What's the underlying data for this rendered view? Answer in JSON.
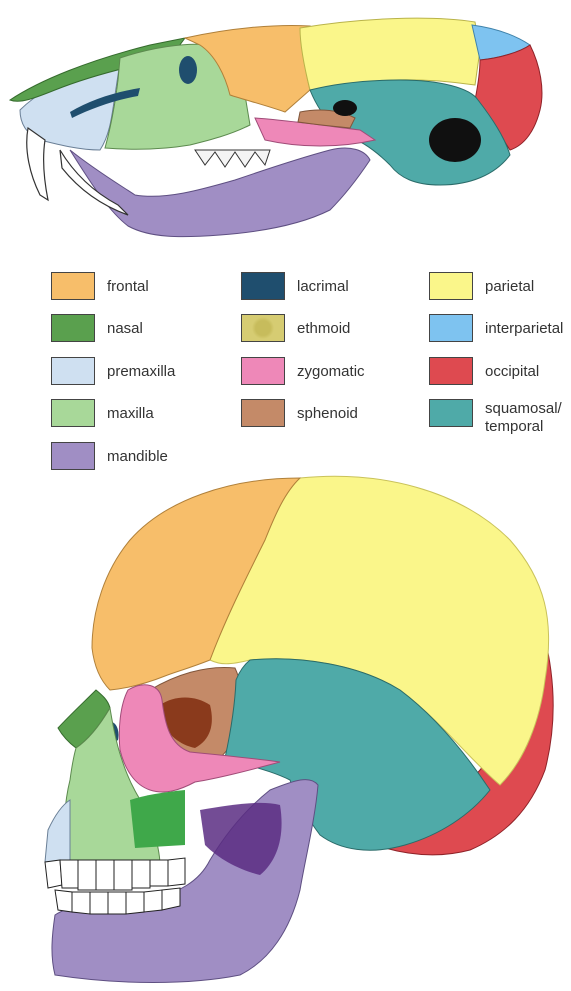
{
  "legend": [
    {
      "id": "frontal",
      "label": "frontal",
      "color": "#f7be6a"
    },
    {
      "id": "lacrimal",
      "label": "lacrimal",
      "color": "#1f4e6e"
    },
    {
      "id": "parietal",
      "label": "parietal",
      "color": "#faf68a"
    },
    {
      "id": "nasal",
      "label": "nasal",
      "color": "#5aa04e"
    },
    {
      "id": "ethmoid",
      "label": "ethmoid",
      "color": "#d6cc72"
    },
    {
      "id": "interparietal",
      "label": "interparietal",
      "color": "#7ec3f0"
    },
    {
      "id": "premaxilla",
      "label": "premaxilla",
      "color": "#cfe0f1"
    },
    {
      "id": "zygomatic",
      "label": "zygomatic",
      "color": "#ee88b8"
    },
    {
      "id": "occipital",
      "label": "occipital",
      "color": "#de4a50"
    },
    {
      "id": "maxilla",
      "label": "maxilla",
      "color": "#a8d899"
    },
    {
      "id": "sphenoid",
      "label": "sphenoid",
      "color": "#c48a68"
    },
    {
      "id": "squamosal",
      "label": "squamosal/\ntemporal",
      "color": "#4faaa8"
    },
    {
      "id": "mandible",
      "label": "mandible",
      "color": "#a08ec4"
    }
  ]
}
